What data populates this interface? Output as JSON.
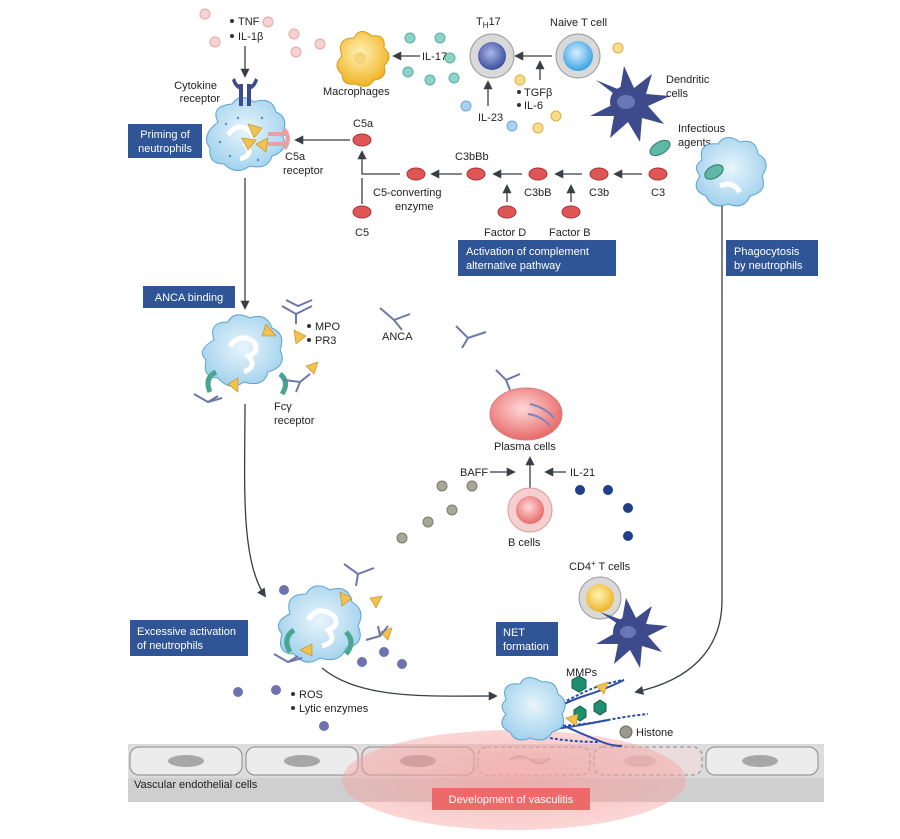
{
  "labels": {
    "tnf": "TNF",
    "il1b": "IL-1β",
    "cytokine_receptor_1": "Cytokine",
    "cytokine_receptor_2": "receptor",
    "macrophages": "Macrophages",
    "il17": "IL-17",
    "th17_main": "T",
    "th17_sub": "H",
    "th17_end": "17",
    "naive_t_cell": "Naive T cell",
    "tgfb": "TGFβ",
    "il6": "IL-6",
    "il23": "IL-23",
    "dendritic_1": "Dendritic",
    "dendritic_2": "cells",
    "infectious_1": "Infectious",
    "infectious_2": "agents",
    "c5a": "C5a",
    "c5a_receptor_1": "C5a",
    "c5a_receptor_2": "receptor",
    "c3bbb": "C3bBb",
    "c5_converting_1": "C5-converting",
    "c5_converting_2": "enzyme",
    "c3bb": "C3bB",
    "c3b": "C3b",
    "c3": "C3",
    "c5": "C5",
    "factor_d": "Factor D",
    "factor_b": "Factor B",
    "mpo": "MPO",
    "pr3": "PR3",
    "anca": "ANCA",
    "fcg_1": "Fcγ",
    "fcg_2": "receptor",
    "plasma_cells": "Plasma cells",
    "baff": "BAFF",
    "il21": "IL-21",
    "b_cells": "B cells",
    "cd4_main": "CD4",
    "cd4_sup": "+",
    "cd4_end": " T cells",
    "ros": "ROS",
    "lytic": "Lytic enzymes",
    "mmps": "MMPs",
    "histone": "Histone",
    "vascular": "Vascular endothelial cells"
  },
  "boxes": {
    "priming_1": "Priming of",
    "priming_2": "neutrophils",
    "complement_1": "Activation of complement",
    "complement_2": "alternative pathway",
    "phago_1": "Phagocytosis",
    "phago_2": "by neutrophils",
    "anca_binding": "ANCA binding",
    "excessive_1": "Excessive activation",
    "excessive_2": "of neutrophils",
    "net_1": "NET",
    "net_2": "formation",
    "vasculitis": "Development of vasculitis"
  },
  "colors": {
    "box": "#2f5597",
    "complement": "#e05555",
    "neutrophil": "#a9d5ee",
    "antigen": "#f2c14e",
    "cytokine_pink": "#f6c9c9",
    "cytokine_teal": "#8fd3c8",
    "cytokine_blue": "#a8d2ee",
    "cytokine_yellow": "#f7dd8a",
    "baff_dot": "#a7a796",
    "il21_dot": "#1f3f8a",
    "ros_dot": "#6d73b0",
    "dendritic": "#3d4a8c",
    "vasculitis": "#f07b7b"
  },
  "icons": [
    "neutrophil-icon",
    "macrophage-icon",
    "t-cell-icon",
    "dendritic-cell-icon",
    "plasma-cell-icon",
    "b-cell-icon",
    "antibody-icon",
    "antigen-icon",
    "complement-icon",
    "endothelial-cell-icon",
    "histone-icon",
    "mmp-icon",
    "net-strand-icon"
  ]
}
